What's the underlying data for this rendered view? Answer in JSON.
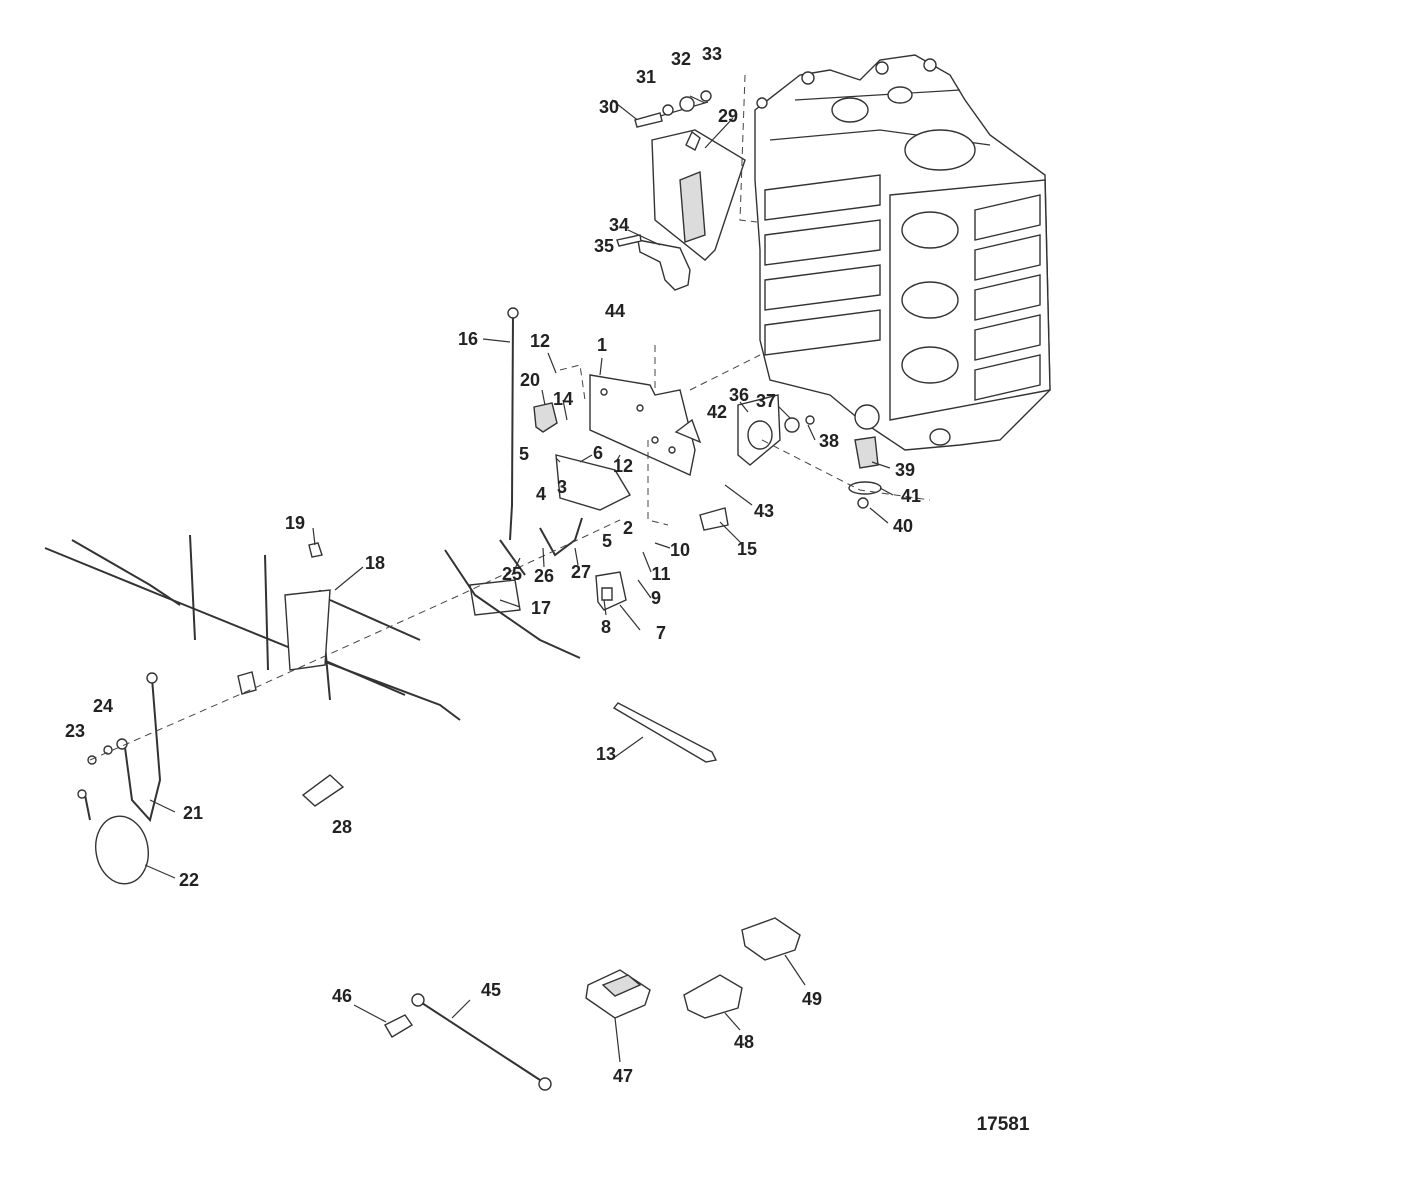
{
  "figure_number": "17581",
  "callouts": [
    {
      "id": "1",
      "label": "1"
    },
    {
      "id": "2",
      "label": "2"
    },
    {
      "id": "3",
      "label": "3"
    },
    {
      "id": "4",
      "label": "4"
    },
    {
      "id": "5a",
      "label": "5"
    },
    {
      "id": "5b",
      "label": "5"
    },
    {
      "id": "6",
      "label": "6"
    },
    {
      "id": "7",
      "label": "7"
    },
    {
      "id": "8",
      "label": "8"
    },
    {
      "id": "9",
      "label": "9"
    },
    {
      "id": "10",
      "label": "10"
    },
    {
      "id": "11",
      "label": "11"
    },
    {
      "id": "12a",
      "label": "12"
    },
    {
      "id": "12b",
      "label": "12"
    },
    {
      "id": "13",
      "label": "13"
    },
    {
      "id": "14",
      "label": "14"
    },
    {
      "id": "15",
      "label": "15"
    },
    {
      "id": "16",
      "label": "16"
    },
    {
      "id": "17",
      "label": "17"
    },
    {
      "id": "18",
      "label": "18"
    },
    {
      "id": "19",
      "label": "19"
    },
    {
      "id": "20",
      "label": "20"
    },
    {
      "id": "21",
      "label": "21"
    },
    {
      "id": "22",
      "label": "22"
    },
    {
      "id": "23",
      "label": "23"
    },
    {
      "id": "24",
      "label": "24"
    },
    {
      "id": "25",
      "label": "25"
    },
    {
      "id": "26",
      "label": "26"
    },
    {
      "id": "27",
      "label": "27"
    },
    {
      "id": "28",
      "label": "28"
    },
    {
      "id": "29",
      "label": "29"
    },
    {
      "id": "30",
      "label": "30"
    },
    {
      "id": "31",
      "label": "31"
    },
    {
      "id": "32",
      "label": "32"
    },
    {
      "id": "33",
      "label": "33"
    },
    {
      "id": "34",
      "label": "34"
    },
    {
      "id": "35",
      "label": "35"
    },
    {
      "id": "36",
      "label": "36"
    },
    {
      "id": "37",
      "label": "37"
    },
    {
      "id": "38",
      "label": "38"
    },
    {
      "id": "39",
      "label": "39"
    },
    {
      "id": "40",
      "label": "40"
    },
    {
      "id": "41",
      "label": "41"
    },
    {
      "id": "42",
      "label": "42"
    },
    {
      "id": "43",
      "label": "43"
    },
    {
      "id": "44",
      "label": "44"
    },
    {
      "id": "45",
      "label": "45"
    },
    {
      "id": "46",
      "label": "46"
    },
    {
      "id": "47",
      "label": "47"
    },
    {
      "id": "48",
      "label": "48"
    },
    {
      "id": "49",
      "label": "49"
    }
  ]
}
